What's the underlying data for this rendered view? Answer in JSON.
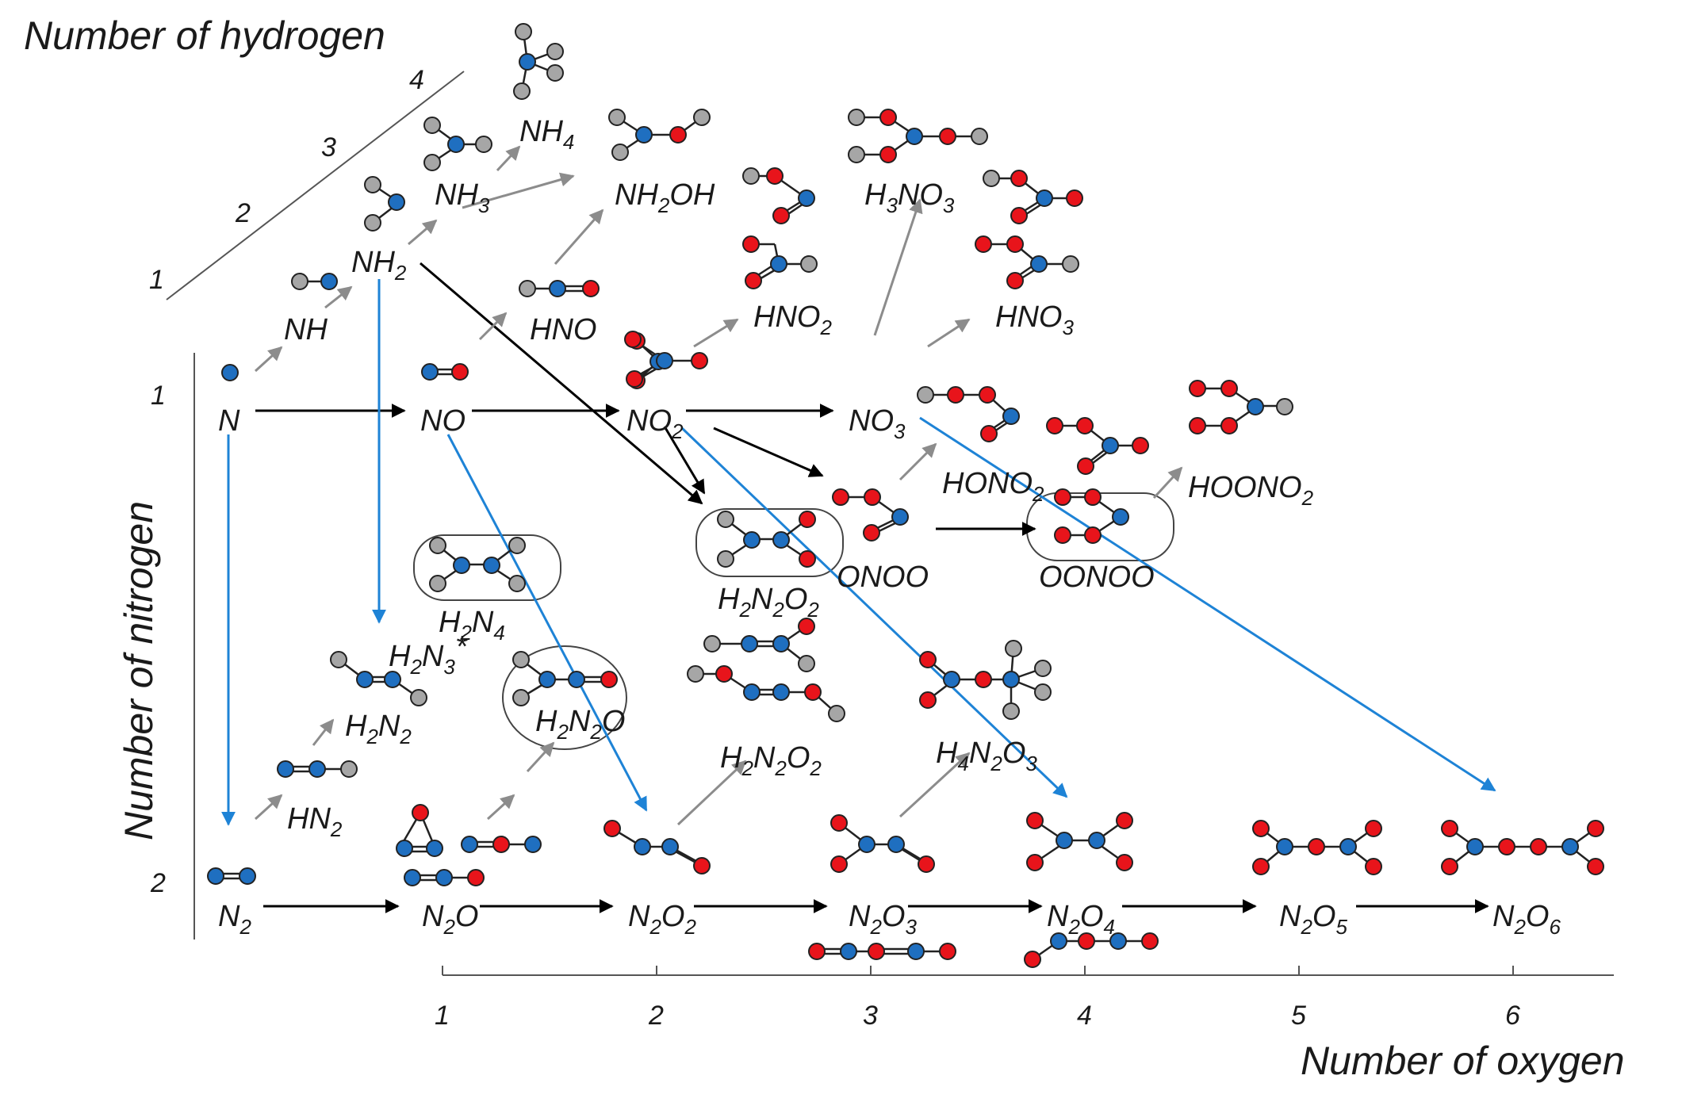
{
  "axes": {
    "hydrogen": {
      "title": "Number of hydrogen",
      "ticks": [
        "1",
        "2",
        "3",
        "4"
      ]
    },
    "nitrogen": {
      "title": "Number of nitrogen",
      "ticks": [
        "1",
        "2"
      ]
    },
    "oxygen": {
      "title": "Number of oxygen",
      "ticks": [
        "1",
        "2",
        "3",
        "4",
        "5",
        "6"
      ]
    }
  },
  "species": [
    {
      "id": "N",
      "base": "N",
      "sub": ""
    },
    {
      "id": "NO",
      "base": "NO",
      "sub": ""
    },
    {
      "id": "NO2",
      "base": "NO",
      "sub": "2"
    },
    {
      "id": "NO3",
      "base": "NO",
      "sub": "3"
    },
    {
      "id": "NH",
      "base": "NH",
      "sub": ""
    },
    {
      "id": "NH2",
      "base": "NH",
      "sub": "2"
    },
    {
      "id": "NH3",
      "base": "NH",
      "sub": "3"
    },
    {
      "id": "NH4",
      "base": "NH",
      "sub": "4"
    },
    {
      "id": "HNO",
      "base": "HNO",
      "sub": ""
    },
    {
      "id": "NH2OH",
      "parts": [
        "NH",
        "2",
        "OH"
      ]
    },
    {
      "id": "HNO2",
      "base": "HNO",
      "sub": "2"
    },
    {
      "id": "H3NO3",
      "parts": [
        "H",
        "3",
        "NO",
        "3"
      ]
    },
    {
      "id": "HNO3",
      "base": "HNO",
      "sub": "3"
    },
    {
      "id": "HONO2",
      "base": "HONO",
      "sub": "2"
    },
    {
      "id": "HOONO2",
      "base": "HOONO",
      "sub": "2"
    },
    {
      "id": "ONOO",
      "base": "ONOO",
      "sub": ""
    },
    {
      "id": "OONOO",
      "base": "OONOO",
      "sub": ""
    },
    {
      "id": "H2N4",
      "parts": [
        "H",
        "2",
        "N",
        "4"
      ]
    },
    {
      "id": "H2N3",
      "parts": [
        "H",
        "2",
        "N",
        "3",
        "*"
      ]
    },
    {
      "id": "H2N2O2a",
      "parts": [
        "H",
        "2",
        "N",
        "2",
        "O",
        "2"
      ]
    },
    {
      "id": "H2N2",
      "parts": [
        "H",
        "2",
        "N",
        "2"
      ]
    },
    {
      "id": "H2N2O",
      "parts": [
        "H",
        "2",
        "N",
        "2",
        "O"
      ]
    },
    {
      "id": "H2N2O2b",
      "parts": [
        "H",
        "2",
        "N",
        "2",
        "O",
        "2"
      ]
    },
    {
      "id": "H4N2O3",
      "parts": [
        "H",
        "4",
        "N",
        "2",
        "O",
        "3"
      ]
    },
    {
      "id": "HN2",
      "base": "HN",
      "sub": "2"
    },
    {
      "id": "N2",
      "base": "N",
      "sub": "2"
    },
    {
      "id": "N2O",
      "parts": [
        "N",
        "2",
        "O"
      ]
    },
    {
      "id": "N2O2",
      "parts": [
        "N",
        "2",
        "O",
        "2"
      ]
    },
    {
      "id": "N2O3",
      "parts": [
        "N",
        "2",
        "O",
        "3"
      ]
    },
    {
      "id": "N2O4",
      "parts": [
        "N",
        "2",
        "O",
        "4"
      ]
    },
    {
      "id": "N2O5",
      "parts": [
        "N",
        "2",
        "O",
        "5"
      ]
    },
    {
      "id": "N2O6",
      "parts": [
        "N",
        "2",
        "O",
        "6"
      ]
    }
  ],
  "colors": {
    "nitrogen_atom": "#1f6fc0",
    "oxygen_atom": "#e8141b",
    "hydrogen_atom": "#a6a6a6",
    "arrow_main": "#000000",
    "arrow_hydrogenation": "#8c8c8c",
    "arrow_nitrogen_increase": "#1e83d6"
  }
}
